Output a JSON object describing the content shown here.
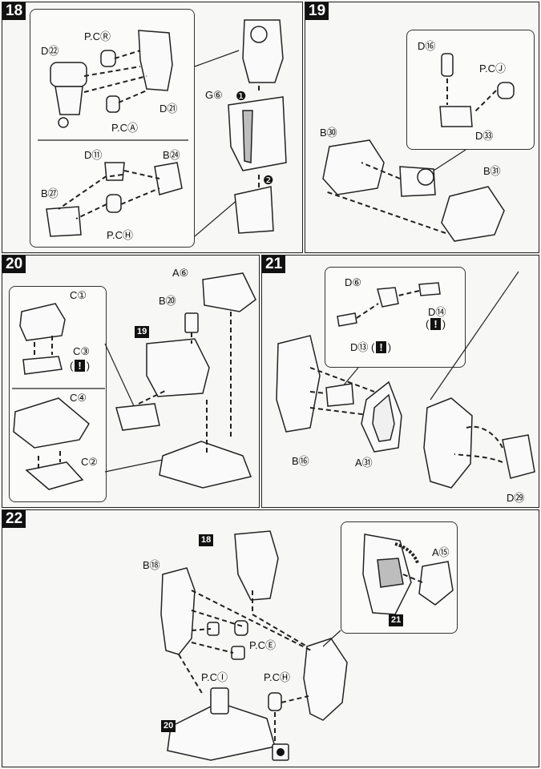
{
  "steps": [
    {
      "number": "18",
      "labels": {
        "d22": "D㉒",
        "pcr": "P.CⓇ",
        "d21": "D㉑",
        "pca": "P.CⒶ",
        "g6": "G⑥",
        "arrow1": "❶",
        "arrow2": "❷",
        "d11": "D⑪",
        "b24": "B㉔",
        "b27": "B㉗",
        "pch": "P.CⒽ"
      }
    },
    {
      "number": "19",
      "labels": {
        "d16": "D⑯",
        "pcj": "P.CⒿ",
        "d33": "D㉝",
        "b30": "B㉚",
        "b31": "B㉛"
      }
    },
    {
      "number": "20",
      "labels": {
        "c1": "C①",
        "c3": "C③",
        "warn_c3": "!",
        "c4": "C④",
        "c2": "C②",
        "a6": "A⑥",
        "b20": "B⑳",
        "ref19": "19"
      }
    },
    {
      "number": "21",
      "labels": {
        "d6": "D⑥",
        "d14": "D⑭",
        "warn_d14": "!",
        "d13": "D⑬",
        "warn_d13": "!",
        "b16": "B⑯",
        "a31": "A㉛",
        "d29": "D㉙"
      }
    },
    {
      "number": "22",
      "labels": {
        "ref18": "18",
        "b18": "B⑱",
        "pce": "P.CⒺ",
        "pci": "P.CⒾ",
        "pch": "P.CⒽ",
        "ref20": "20",
        "a15": "A⑮",
        "ref21": "21"
      }
    }
  ]
}
